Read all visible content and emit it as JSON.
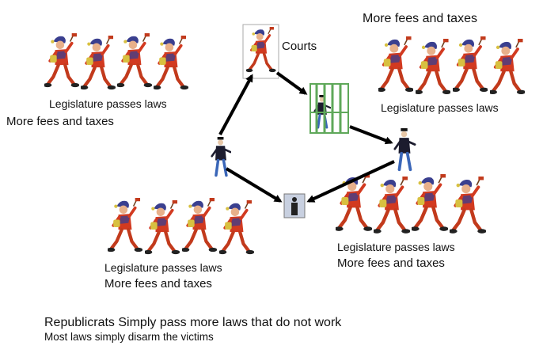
{
  "labels": {
    "courts": "Courts",
    "top_right_fees": "More fees and taxes",
    "top_left_laws": "Legislature passes laws",
    "top_left_fees": "More fees and taxes",
    "top_right_laws": "Legislature passes laws",
    "bottom_left_laws": "Legislature passes laws",
    "bottom_left_fees": "More fees and taxes",
    "bottom_right_laws": "Legislature passes laws",
    "bottom_right_fees": "More fees and taxes"
  },
  "caption": {
    "line1": "Republicrats Simply pass more laws that do not work",
    "line2": "Most laws simply disarm the victims"
  },
  "colors": {
    "jester_body": "#d23a20",
    "jester_skin": "#e8b08a",
    "jester_hat": "#3a3f8f",
    "jail_bars": "#5fa85a",
    "arrow": "#000000",
    "figure_dark": "#1c1c2e",
    "figure_blue": "#3a66b8"
  }
}
